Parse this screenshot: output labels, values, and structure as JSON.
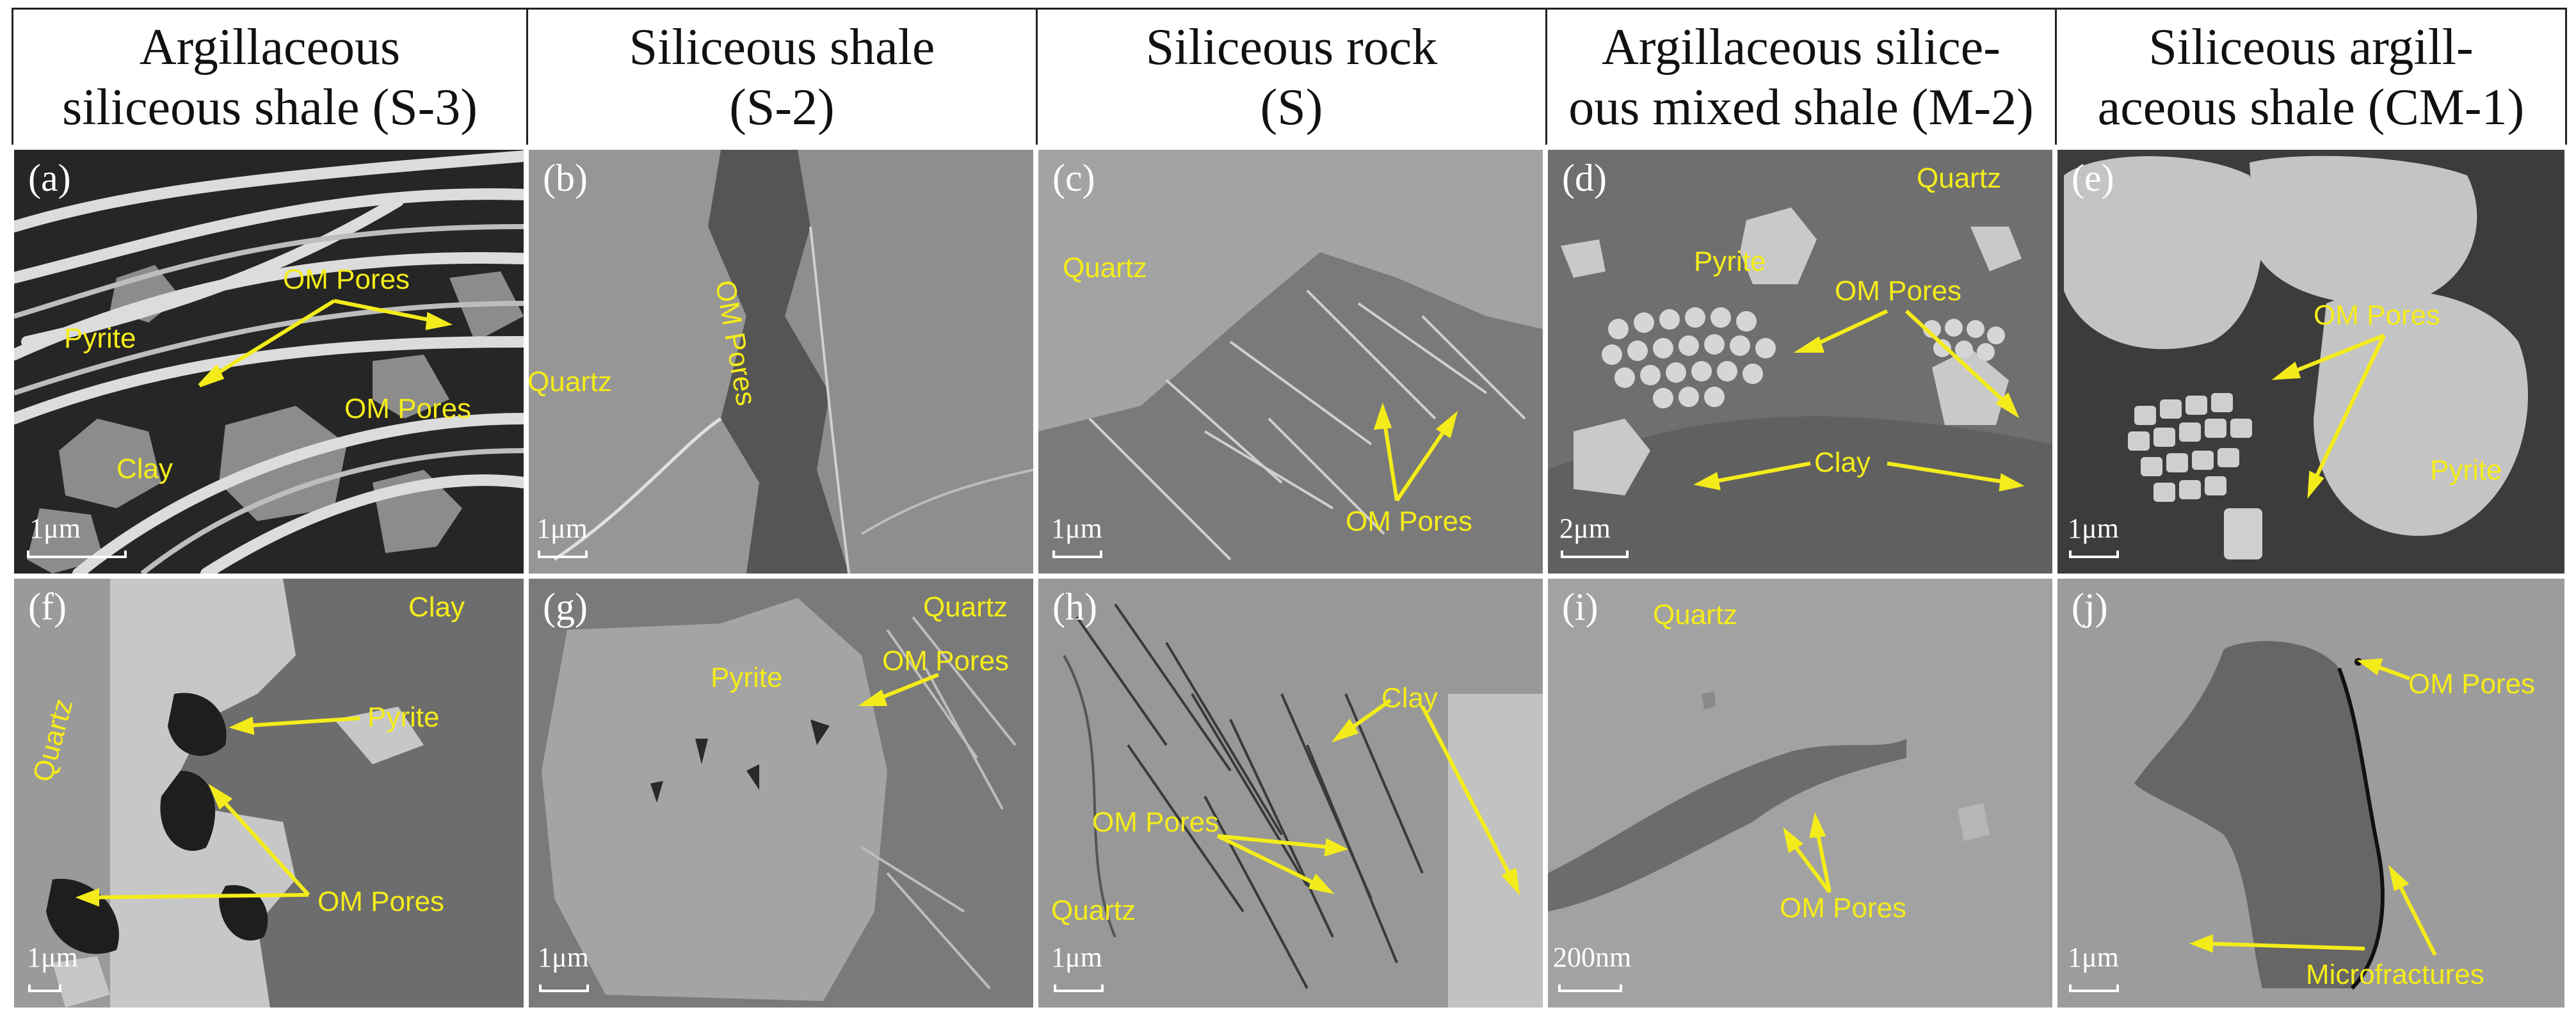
{
  "columns": [
    {
      "id": "c1",
      "title": "Argillaceous\nsiliceous shale (S-3)"
    },
    {
      "id": "c2",
      "title": "Siliceous shale\n(S-2)"
    },
    {
      "id": "c3",
      "title": "Siliceous rock\n(S)"
    },
    {
      "id": "c4",
      "title": "Argillaceous silice-\nous mixed shale (M-2)"
    },
    {
      "id": "c5",
      "title": "Siliceous argill-\naceous shale (CM-1)"
    }
  ],
  "panels": [
    {
      "id": "a",
      "label": "(a)",
      "scale": "1μm",
      "annotations": [
        "OM Pores",
        "Pyrite",
        "OM Pores",
        "Clay"
      ]
    },
    {
      "id": "b",
      "label": "(b)",
      "scale": "1μm",
      "annotations": [
        "OM Pores",
        "Quartz"
      ]
    },
    {
      "id": "c",
      "label": "(c)",
      "scale": "1μm",
      "annotations": [
        "Quartz",
        "OM Pores"
      ]
    },
    {
      "id": "d",
      "label": "(d)",
      "scale": "2μm",
      "annotations": [
        "Quartz",
        "Pyrite",
        "OM Pores",
        "Clay"
      ]
    },
    {
      "id": "e",
      "label": "(e)",
      "scale": "1μm",
      "annotations": [
        "OM Pores",
        "Pyrite"
      ]
    },
    {
      "id": "f",
      "label": "(f)",
      "scale": "1μm",
      "annotations": [
        "Clay",
        "Quartz",
        "Pyrite",
        "OM Pores"
      ]
    },
    {
      "id": "g",
      "label": "(g)",
      "scale": "1μm",
      "annotations": [
        "Quartz",
        "OM Pores",
        "Pyrite"
      ]
    },
    {
      "id": "h",
      "label": "(h)",
      "scale": "1μm",
      "annotations": [
        "Clay",
        "OM Pores",
        "Quartz"
      ]
    },
    {
      "id": "i",
      "label": "(i)",
      "scale": "200nm",
      "annotations": [
        "Quartz",
        "OM Pores"
      ]
    },
    {
      "id": "j",
      "label": "(j)",
      "scale": "1μm",
      "annotations": [
        "OM Pores",
        "Microfractures"
      ]
    }
  ],
  "colors": {
    "annotation": "#f4ec1a",
    "arrow": "#f4ec1a",
    "label": "#ffffff",
    "border": "#222222"
  }
}
